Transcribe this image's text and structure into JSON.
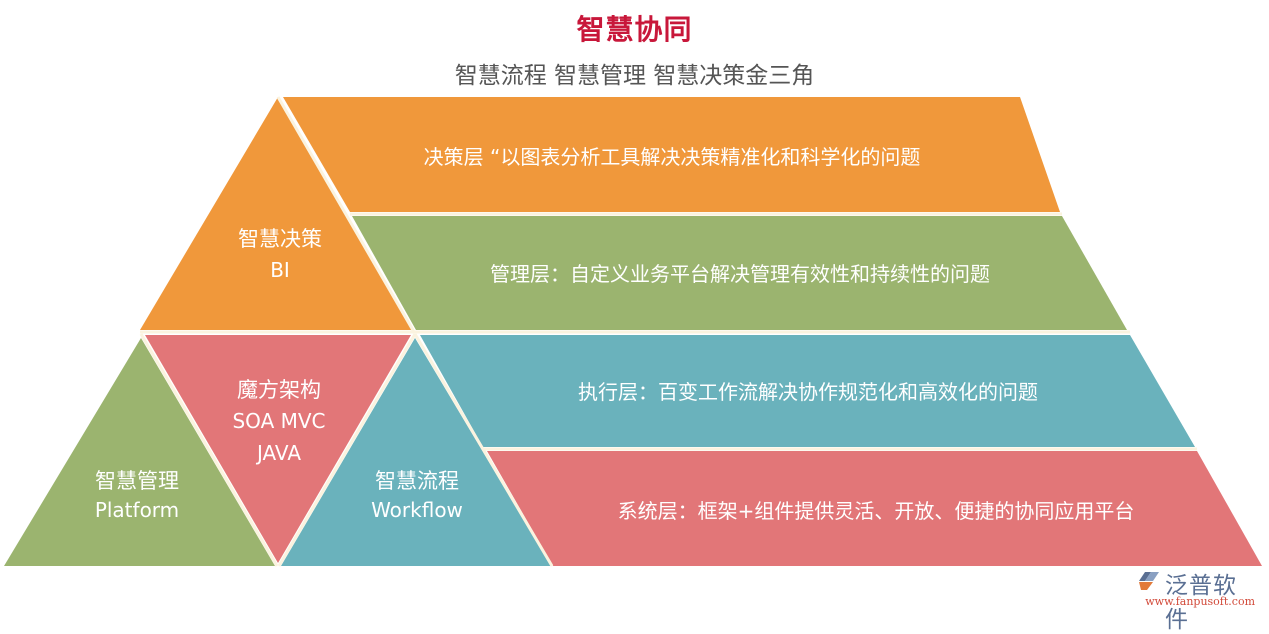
{
  "header": {
    "title": "智慧协同",
    "subtitle": "智慧流程 智慧管理 智慧决策金三角"
  },
  "colors": {
    "title": "#c8173a",
    "orange": "#f0983b",
    "green": "#9bb46f",
    "teal": "#6ab2bc",
    "pink": "#e27678",
    "separator": "#fbf3df"
  },
  "triangles": {
    "bi": {
      "line1": "智慧决策",
      "line2": "BI"
    },
    "architecture": {
      "line1": "魔方架构",
      "line2": "SOA MVC",
      "line3": "JAVA"
    },
    "platform": {
      "line1": "智慧管理",
      "line2": "Platform"
    },
    "workflow": {
      "line1": "智慧流程",
      "line2": "Workflow"
    }
  },
  "layers": [
    {
      "name": "决策层",
      "text": "决策层 “以图表分析工具解决决策精准化和科学化的问题"
    },
    {
      "name": "管理层",
      "text": "管理层：自定义业务平台解决管理有效性和持续性的问题"
    },
    {
      "name": "执行层",
      "text": "执行层：百变工作流解决协作规范化和高效化的问题"
    },
    {
      "name": "系统层",
      "text": "系统层：框架+组件提供灵活、开放、便捷的协同应用平台"
    }
  ],
  "logo": {
    "icon": "fanpu-logo-icon",
    "name": "泛普软件",
    "url": "www.fanpusoft.com"
  }
}
